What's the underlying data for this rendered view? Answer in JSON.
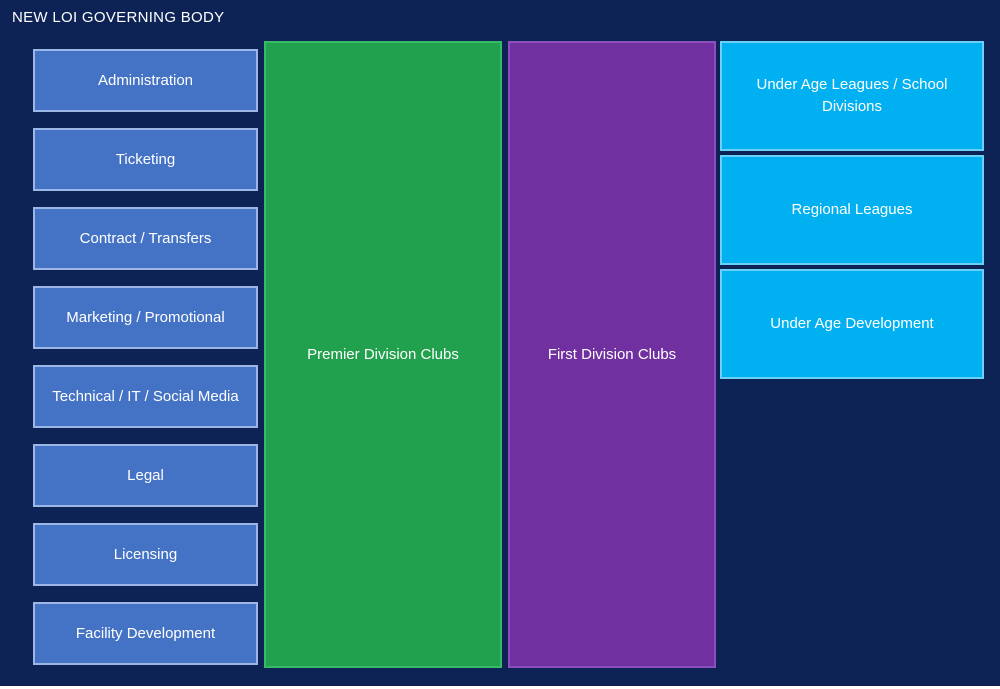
{
  "title": "NEW LOI GOVERNING BODY",
  "colors": {
    "background": "#0D2356",
    "dept_fill": "#4472C4",
    "dept_border": "#9CB7E5",
    "premier_fill": "#21A04D",
    "premier_border": "#35BA66",
    "first_fill": "#7030A0",
    "first_border": "#8E4FBE",
    "youth_fill": "#00B0F0",
    "youth_border": "#69D0F7",
    "text": "#FFFFFF"
  },
  "departments": [
    {
      "label": "Administration"
    },
    {
      "label": "Ticketing"
    },
    {
      "label": "Contract / Transfers"
    },
    {
      "label": "Marketing / Promotional"
    },
    {
      "label": "Technical / IT / Social Media"
    },
    {
      "label": "Legal"
    },
    {
      "label": "Licensing"
    },
    {
      "label": "Facility Development"
    }
  ],
  "premier_division": {
    "label": "Premier Division Clubs"
  },
  "first_division": {
    "label": "First Division Clubs"
  },
  "youth_structures": [
    {
      "label": "Under Age Leagues / School Divisions"
    },
    {
      "label": "Regional Leagues"
    },
    {
      "label": "Under Age Development"
    }
  ]
}
